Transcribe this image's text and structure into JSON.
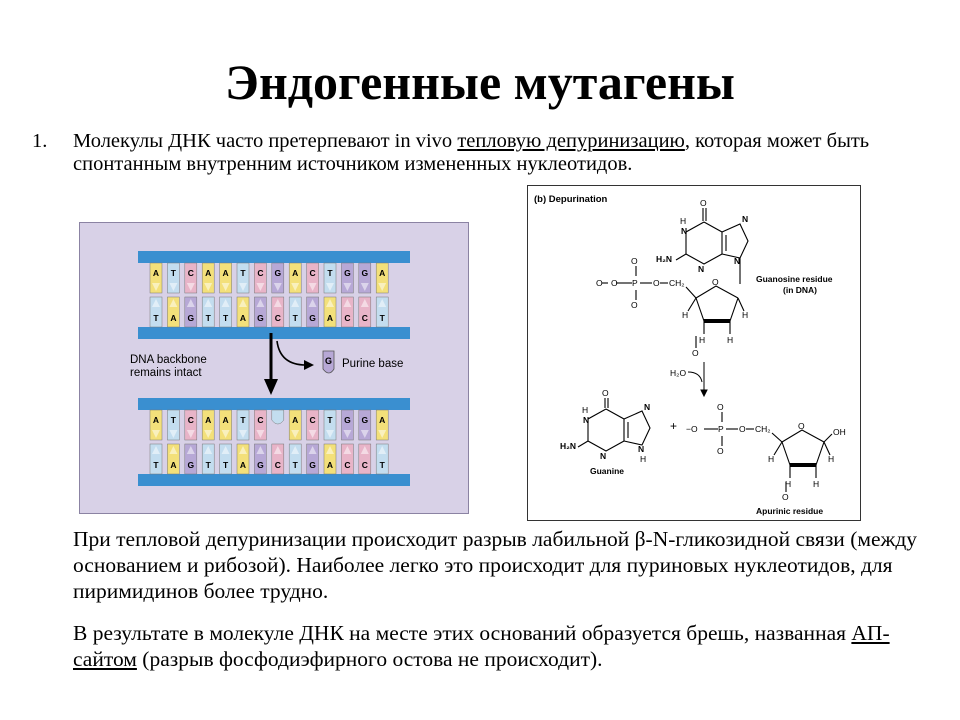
{
  "slide": {
    "title": "Эндогенные мутагены",
    "item1": {
      "number": "1.",
      "text_before": "Молекулы ДНК часто претерпевают in vivo ",
      "underlined": "тепловую депуринизацию",
      "text_after": ", которая может быть спонтанным внутренним источником измененных нуклеотидов."
    },
    "paragraph2": "При тепловой депуринизации происходит разрыв лабильной β-N-гликозидной связи (между основанием и рибозой). Наиболее легко это происходит для пуриновых нуклеотидов, для пиримидинов более трудно.",
    "paragraph3": {
      "text_before": "В результате в молекуле ДНК на месте этих оснований образуется брешь, названная ",
      "underlined": "АП-сайтом",
      "text_after": " (разрыв фосфодиэфирного остова не происходит)."
    }
  },
  "figure_left": {
    "label_backbone_line1": "DNA backbone",
    "label_backbone_line2": "remains intact",
    "label_purine": "Purine base",
    "removed_base": "G",
    "top_strand_before": [
      "A",
      "T",
      "C",
      "A",
      "A",
      "T",
      "C",
      "G",
      "A",
      "C",
      "T",
      "G",
      "G",
      "A"
    ],
    "bottom_strand_before": [
      "T",
      "A",
      "G",
      "T",
      "T",
      "A",
      "G",
      "C",
      "T",
      "G",
      "A",
      "C",
      "C",
      "T"
    ],
    "top_strand_after": [
      "A",
      "T",
      "C",
      "A",
      "A",
      "T",
      "C",
      "",
      "A",
      "C",
      "T",
      "G",
      "G",
      "A"
    ],
    "bottom_strand_after": [
      "T",
      "A",
      "G",
      "T",
      "T",
      "A",
      "G",
      "C",
      "T",
      "G",
      "A",
      "C",
      "C",
      "T"
    ],
    "colors": {
      "A": "#f3e07a",
      "T": "#c3ddef",
      "C": "#e8b4c8",
      "G": "#b7a8d6",
      "backbone": "#3a8fd0",
      "background": "#d8d1e7"
    }
  },
  "figure_right": {
    "panel_label": "(b) Depurination",
    "guanosine_label_line1": "Guanosine residue",
    "guanosine_label_line2": "(in DNA)",
    "guanine_label": "Guanine",
    "apurinic_label": "Apurinic residue",
    "water": "H₂O",
    "plus": "+",
    "atoms": {
      "N": "N",
      "H": "H",
      "O": "O",
      "NH2": "H₂N",
      "CH2": "CH₂",
      "P": "P",
      "OH": "OH",
      "minus_O": "−O"
    }
  }
}
